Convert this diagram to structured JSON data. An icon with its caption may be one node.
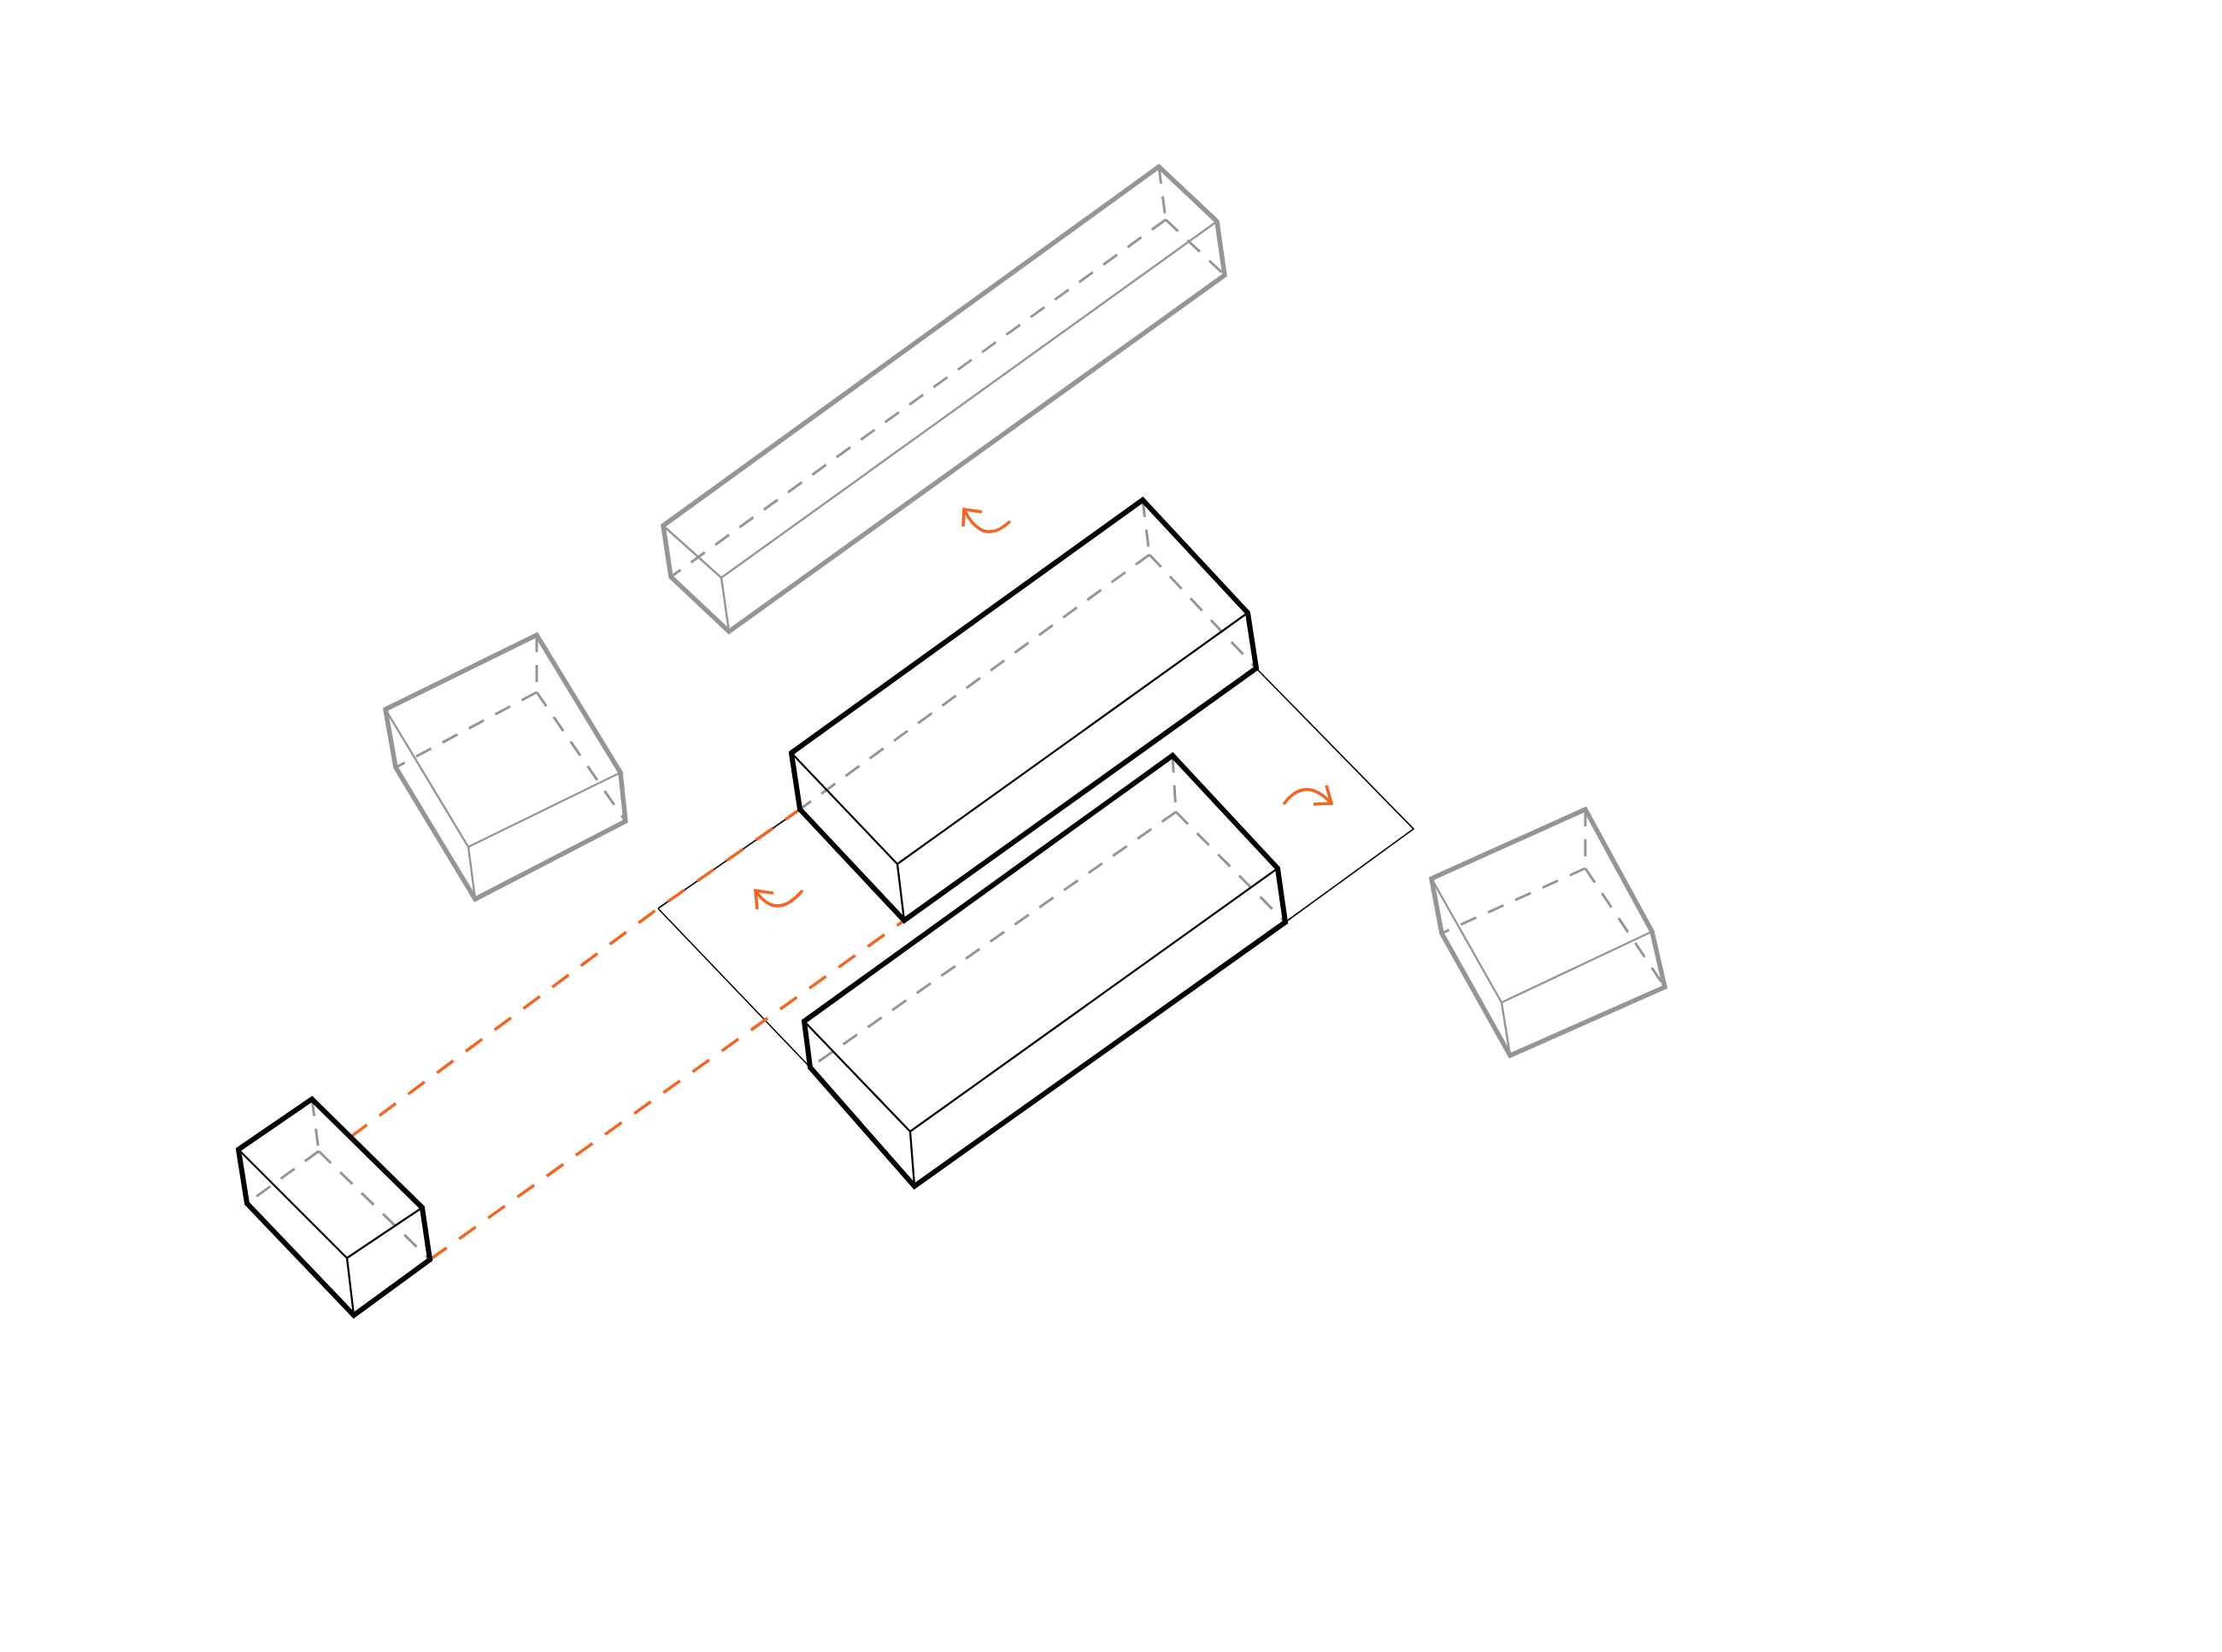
{
  "diagram": {
    "nodes": [
      {
        "text": [],
        "shape": "box"
      },
      {
        "text": [],
        "shape": "box"
      },
      {
        "text": [],
        "shape": "box"
      },
      {
        "text": [],
        "shape": "box"
      },
      {
        "text": [],
        "shape": "box"
      },
      {
        "text": [],
        "shape": "box"
      }
    ],
    "edges": [
      {
        "from": 5,
        "to": 2,
        "arrow": "none",
        "style": "dashed",
        "color": "#f26522"
      },
      {
        "from": 5,
        "to": 2,
        "arrow": "none",
        "style": "dashed",
        "color": "#f26522"
      }
    ]
  }
}
